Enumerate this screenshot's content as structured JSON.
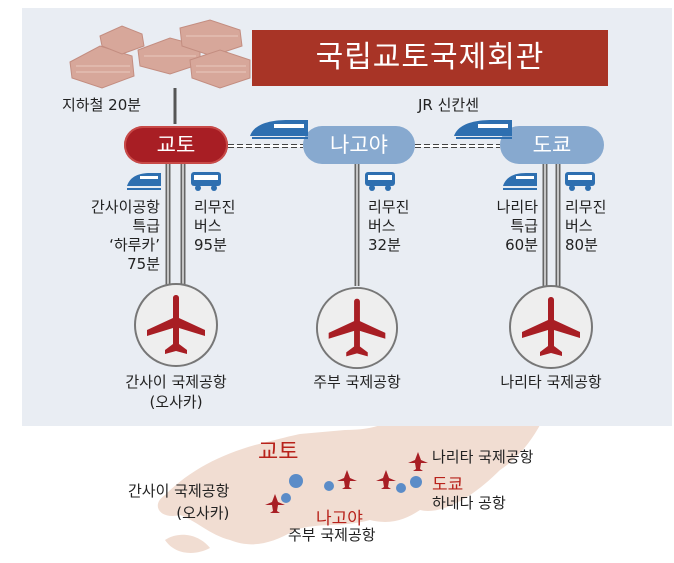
{
  "title": "국립교토국제회관",
  "colors": {
    "accent_red": "#a83426",
    "station_blue": "#87a9cf",
    "kyoto_red": "#a81e24",
    "track": "#777777"
  },
  "subway_label": "지하철 20분",
  "jr_label": "JR 신칸센",
  "stations": {
    "kyoto": "교토",
    "nagoya": "나고야",
    "tokyo": "도쿄"
  },
  "routes": {
    "kansai_train": [
      "간사이공항",
      "특급",
      "‘하루카’",
      "75분"
    ],
    "kansai_bus": [
      "리무진",
      "버스",
      "95분"
    ],
    "chubu_bus": [
      "리무진",
      "버스",
      "32분"
    ],
    "narita_train": [
      "나리타",
      "특급",
      "60분"
    ],
    "narita_bus": [
      "리무진",
      "버스",
      "80분"
    ]
  },
  "airports": {
    "kansai": [
      "간사이 국제공항",
      "(오사카)"
    ],
    "chubu": "주부 국제공항",
    "narita": "나리타 국제공항"
  },
  "map": {
    "kyoto": "교토",
    "kansai": [
      "간사이 국제공항",
      "(오사카)"
    ],
    "nagoya": "나고야",
    "chubu": "주부 국제공항",
    "narita": "나리타 국제공항",
    "tokyo": "도쿄",
    "haneda": "하네다 공항"
  },
  "icons": {
    "train": "train-icon",
    "bus": "bus-icon",
    "plane": "airplane-icon"
  }
}
